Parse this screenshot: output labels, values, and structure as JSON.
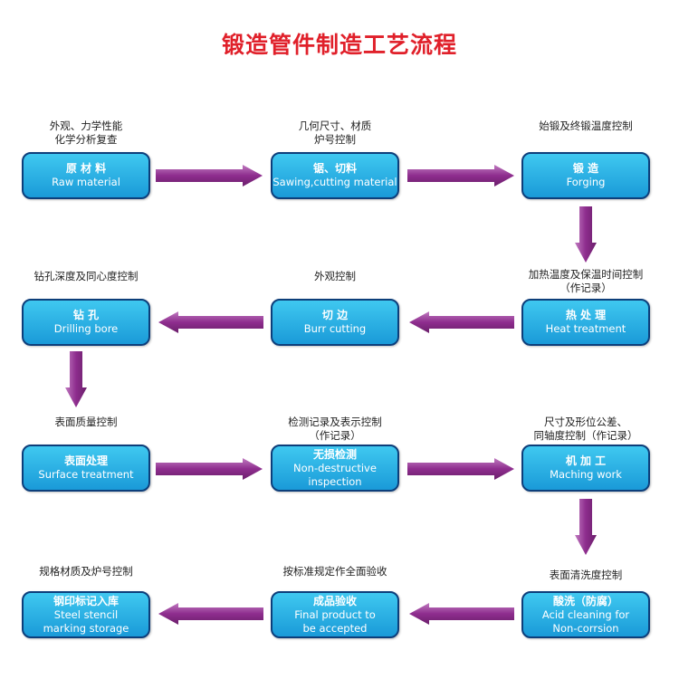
{
  "title": "锻造管件制造工艺流程",
  "colors": {
    "title": "#e0202a",
    "arrow": "#8e2d8e",
    "box_fill": "#27b0e6",
    "box_border": "#0d3e7a"
  },
  "steps": [
    {
      "cn": "原 材 料",
      "en": [
        "Raw material"
      ],
      "note": [
        "外观、力学性能",
        "化学分析复查"
      ]
    },
    {
      "cn": "锯、切料",
      "en": [
        "Sawing,cutting material"
      ],
      "note": [
        "几何尺寸、材质",
        "炉号控制"
      ]
    },
    {
      "cn": "锻  造",
      "en": [
        "Forging"
      ],
      "note": [
        "始锻及终锻温度控制"
      ]
    },
    {
      "cn": "热 处 理",
      "en": [
        "Heat treatment"
      ],
      "note": [
        "加热温度及保温时间控制",
        "（作记录）"
      ]
    },
    {
      "cn": "切  边",
      "en": [
        "Burr cutting"
      ],
      "note": [
        "外观控制"
      ]
    },
    {
      "cn": "钻  孔",
      "en": [
        "Drilling bore"
      ],
      "note": [
        "钻孔深度及同心度控制"
      ]
    },
    {
      "cn": "表面处理",
      "en": [
        "Surface treatment"
      ],
      "note": [
        "表面质量控制"
      ]
    },
    {
      "cn": "无损检测",
      "en": [
        "Non-destructive",
        "inspection"
      ],
      "note": [
        "检测记录及表示控制",
        "（作记录）"
      ]
    },
    {
      "cn": "机 加 工",
      "en": [
        "Maching work"
      ],
      "note": [
        "尺寸及形位公差、",
        "同轴度控制（作记录）"
      ]
    },
    {
      "cn": "酸洗（防腐）",
      "en": [
        "Acid cleaning for",
        "Non-corrsion"
      ],
      "note": [
        "表面清洗度控制"
      ]
    },
    {
      "cn": "成品验收",
      "en": [
        "Final product to",
        "be accepted"
      ],
      "note": [
        "按标准规定作全面验收"
      ]
    },
    {
      "cn": "钢印标记入库",
      "en": [
        "Steel stencil",
        "marking storage"
      ],
      "note": [
        "规格材质及炉号控制"
      ]
    }
  ]
}
